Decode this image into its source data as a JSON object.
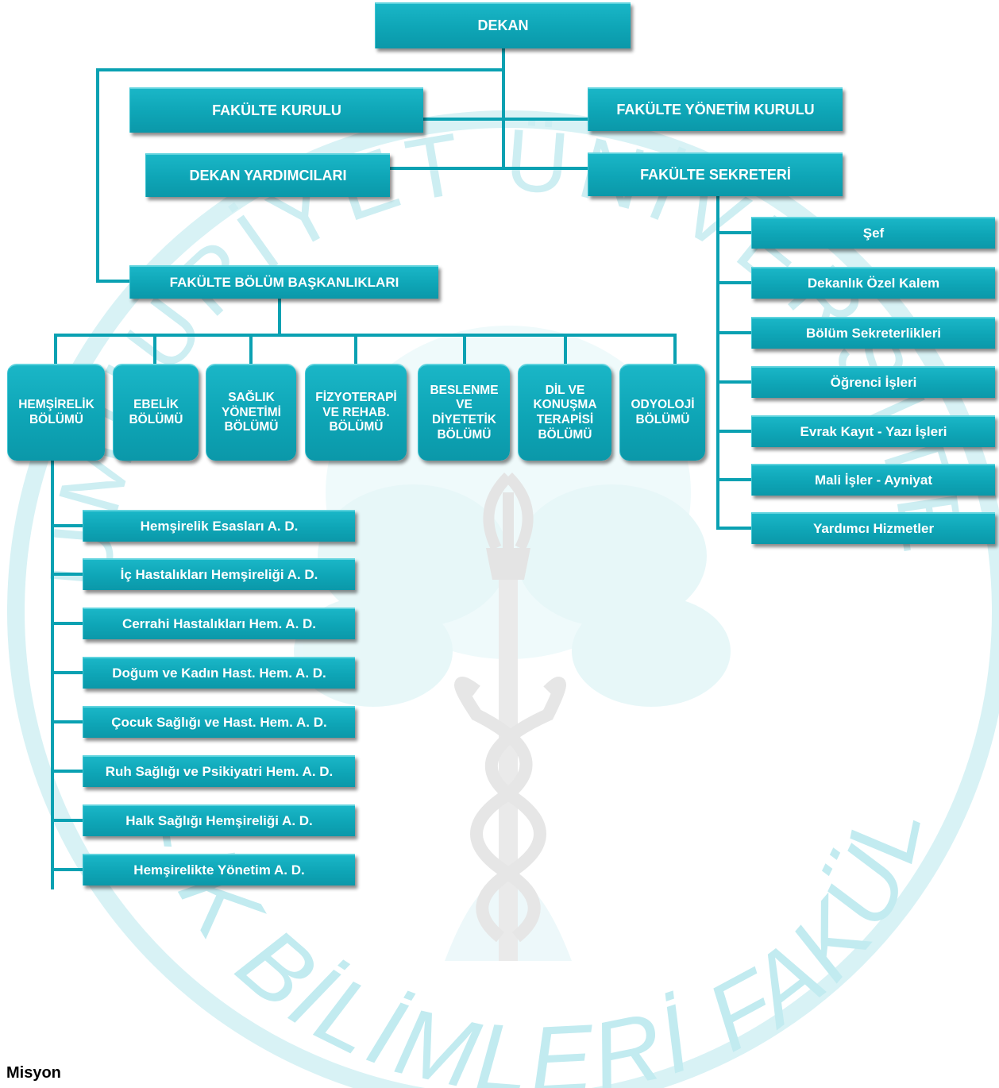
{
  "watermark": {
    "arc_top": "CUMHURİYET ÜNİVERSİTESİ",
    "arc_bottom": "SAĞLIK BİLİMLERİ FAKÜLTESİ",
    "color": "#cdeef2"
  },
  "org": {
    "dekan": "DEKAN",
    "fakulte_kurulu": "FAKÜLTE KURULU",
    "fakulte_yonetim_kurulu": "FAKÜLTE YÖNETİM KURULU",
    "dekan_yardimcilari": "DEKAN YARDIMCILARI",
    "fakulte_sekreteri": "FAKÜLTE SEKRETERİ",
    "bolum_baskanliklari": "FAKÜLTE BÖLÜM BAŞKANLIKLARI",
    "departments": [
      "HEMŞİRELİK\nBÖLÜMÜ",
      "EBELİK\nBÖLÜMÜ",
      "SAĞLIK\nYÖNETİMİ\nBÖLÜMÜ",
      "FİZYOTERAPİ\nVE REHAB.\nBÖLÜMÜ",
      "BESLENME\nVE\nDİYETETİK\nBÖLÜMÜ",
      "DİL VE\nKONUŞMA\nTERAPİSİ\nBÖLÜMÜ",
      "ODYOLOJİ\nBÖLÜMÜ"
    ],
    "nursing_units": [
      "Hemşirelik Esasları A. D.",
      "İç Hastalıkları Hemşireliği A. D.",
      "Cerrahi Hastalıkları Hem. A. D.",
      "Doğum ve Kadın Hast. Hem. A. D.",
      "Çocuk Sağlığı ve Hast. Hem. A. D.",
      "Ruh Sağlığı ve Psikiyatri Hem. A. D.",
      "Halk Sağlığı Hemşireliği A. D.",
      "Hemşirelikte Yönetim A. D."
    ],
    "secretariat_units": [
      "Şef",
      "Dekanlık Özel Kalem",
      "Bölüm Sekreterlikleri",
      "Öğrenci İşleri",
      "Evrak Kayıt - Yazı İşleri",
      "Mali İşler - Ayniyat",
      "Yardımcı Hizmetler"
    ]
  },
  "colors": {
    "box": "#0ea5b6",
    "connector": "#0aa1b2",
    "text": "#ffffff"
  },
  "footer": {
    "heading": "Misyon"
  }
}
